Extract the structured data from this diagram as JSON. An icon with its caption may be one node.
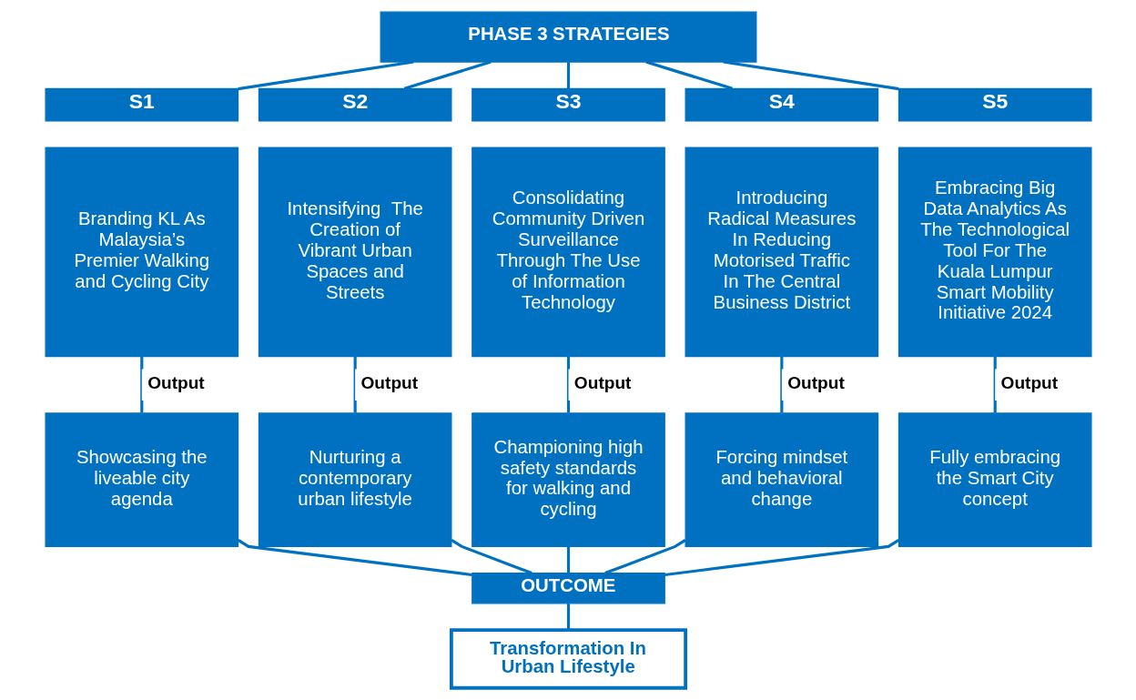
{
  "diagram": {
    "nodes": [
      {
        "text": [
          "PHASE 3 STRATEGIES"
        ]
      },
      {
        "text": [
          "S1"
        ]
      },
      {
        "text": [
          "S2"
        ]
      },
      {
        "text": [
          "S3"
        ]
      },
      {
        "text": [
          "S4"
        ]
      },
      {
        "text": [
          "S5"
        ]
      },
      {
        "text": [
          "Branding KL As Malaysia’s Premier Walking and Cycling City"
        ]
      },
      {
        "text": [
          "Intensifying  The Creation of Vibrant Urban Spaces and Streets"
        ]
      },
      {
        "text": [
          "Consolidating Community Driven Surveillance Through The Use of Information Technology"
        ]
      },
      {
        "text": [
          "Introducing Radical Measures In Reducing Motorised Traffic In The Central Business District"
        ]
      },
      {
        "text": [
          "Embracing Big Data Analytics As The Technological Tool For The Kuala Lumpur Smart Mobility Initiative 2024"
        ]
      },
      {
        "text": [
          "Showcasing the liveable city agenda"
        ]
      },
      {
        "text": [
          "Nurturing a contemporary urban lifestyle"
        ]
      },
      {
        "text": [
          "Championing high safety standards for walking and cycling"
        ]
      },
      {
        "text": [
          "Forcing mindset and behavioral change"
        ]
      },
      {
        "text": [
          "Fully embracing the Smart City concept"
        ]
      },
      {
        "text": [
          "OUTCOME"
        ]
      },
      {
        "text": [
          "Transformation In Urban Lifestyle"
        ]
      }
    ],
    "edges": [
      {
        "from": 0,
        "to": 1,
        "arrow": "none"
      },
      {
        "from": 0,
        "to": 2,
        "arrow": "none"
      },
      {
        "from": 0,
        "to": 3,
        "arrow": "none"
      },
      {
        "from": 0,
        "to": 4,
        "arrow": "none"
      },
      {
        "from": 0,
        "to": 5,
        "arrow": "none"
      },
      {
        "from": 6,
        "to": 11,
        "arrow": "none",
        "label": "Output"
      },
      {
        "from": 7,
        "to": 12,
        "arrow": "none",
        "label": "Output"
      },
      {
        "from": 8,
        "to": 13,
        "arrow": "none",
        "label": "Output"
      },
      {
        "from": 9,
        "to": 14,
        "arrow": "none",
        "label": "Output"
      },
      {
        "from": 10,
        "to": 15,
        "arrow": "none",
        "label": "Output"
      },
      {
        "from": 11,
        "to": 16,
        "arrow": "none"
      },
      {
        "from": 12,
        "to": 16,
        "arrow": "none"
      },
      {
        "from": 13,
        "to": 16,
        "arrow": "none"
      },
      {
        "from": 14,
        "to": 16,
        "arrow": "none"
      },
      {
        "from": 15,
        "to": 16,
        "arrow": "none"
      },
      {
        "from": 16,
        "to": 17,
        "arrow": "none"
      }
    ]
  }
}
